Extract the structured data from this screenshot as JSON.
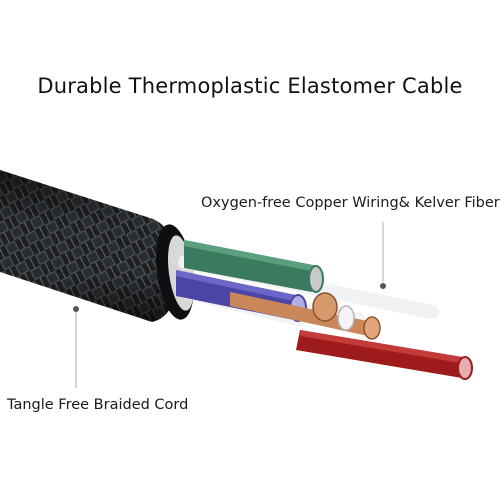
{
  "title": "Durable Thermoplastic Elastomer Cable",
  "labels": {
    "wiring": "Oxygen-free Copper Wiring& Kelver Fiber",
    "cord": "Tangle Free Braided Cord"
  },
  "colors": {
    "braid_dark": "#1d1f21",
    "braid_light": "#6a6e72",
    "wire_green": "#3a7a5e",
    "wire_blue": "#4b45a6",
    "wire_red": "#9e1b1b",
    "copper": "#c9875a",
    "fiber": "#e9ecef"
  }
}
